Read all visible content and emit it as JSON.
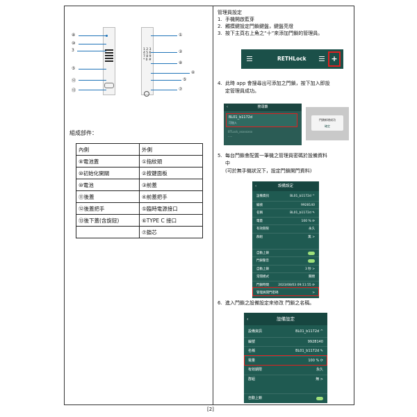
{
  "diagram": {
    "labels": [
      "⑧",
      "⑩",
      "3",
      "⑤",
      "⑫",
      "⑬",
      "①",
      "②",
      "⑧",
      "④",
      "⑤",
      "⑦"
    ],
    "keypad": [
      "1 2 3",
      "4 5 6",
      "7 8 9",
      "* 0 #"
    ]
  },
  "parts": {
    "title": "組成部件：",
    "header": [
      "內側",
      "外側"
    ],
    "rows": [
      [
        "⑧電池蓋",
        "①指紋頭"
      ],
      [
        "⑩初始化開關",
        "②按鍵面板"
      ],
      [
        "⑩電池",
        "③前蓋"
      ],
      [
        "⑪後蓋",
        "④前蓋把手"
      ],
      [
        "⑫後蓋把手",
        "⑤臨時電源接口"
      ],
      [
        "⑬後下蓋(含旋鈕)",
        "⑥TYPE C 接口"
      ],
      [
        "",
        "⑦鎖芯"
      ]
    ]
  },
  "steps": {
    "heading": "管理員設定",
    "s1": "手機開啟藍芽",
    "s2": "觸摸鍵設定門鎖鍵盤，鍵盤亮燈",
    "s3": "按下主頁右上角之“十”來添加門鎖的管理員。",
    "s4a": "此時 app 會搜尋出可添加之門鎖，按下加入即設",
    "s4b": "定管理員成功。",
    "s5a": "每台門鎖會配置一筆機之管理員密碼於設備資料",
    "s5b": "中",
    "s5c": "(可於無手機狀況下，設定門鎖開門資料)",
    "s6": "進入門鎖之設備設定來修改 門鎖之名稱。",
    "n1": "1.",
    "n2": "2.",
    "n3": "3.",
    "n4": "4.",
    "n5": "5.",
    "n6": "6."
  },
  "appbar": {
    "title": "RETHLock",
    "plus": "+"
  },
  "search": {
    "title": "搜尋鎖",
    "device": "BL01_b1172d",
    "device_sub": "可加入",
    "faded1": "BTLock_xxxxxxxx",
    "faded2": "·····"
  },
  "toast": {
    "text": "門鎖新增成功",
    "ok": "確定"
  },
  "settings1": {
    "title": "設備設定",
    "rows": [
      {
        "k": "設備資訊",
        "v": "BL01_b1172d ^"
      },
      {
        "k": "編號",
        "v": "9928140"
      },
      {
        "k": "名稱",
        "v": "BL01_b1172d ✎"
      },
      {
        "k": "電量",
        "v": "100 % ⟳"
      },
      {
        "k": "有效期限",
        "v": "永久"
      },
      {
        "k": "群組",
        "v": "無 >"
      },
      {
        "k": "",
        "v": ""
      },
      {
        "k": "自動上鎖",
        "v": ""
      },
      {
        "k": "門鎖警音",
        "v": ""
      },
      {
        "k": "自動上鎖",
        "v": "3 秒 >"
      },
      {
        "k": "常開模式",
        "v": "關閉"
      },
      {
        "k": "門鎖時間",
        "v": "2023/08/03 09:11:55 ⟳"
      },
      {
        "k": "管理員開門密碼",
        "v": ">"
      }
    ]
  },
  "settings2": {
    "title": "設備設定",
    "rows": [
      {
        "k": "設備資訊",
        "v": "BL01_b1172d ^"
      },
      {
        "k": "編號",
        "v": "9928140"
      },
      {
        "k": "名稱",
        "v": "BL01_b1172d ✎"
      },
      {
        "k": "電量",
        "v": "100 % ⟳"
      },
      {
        "k": "有效期限",
        "v": "永久"
      },
      {
        "k": "群組",
        "v": "無 >"
      },
      {
        "k": "",
        "v": ""
      },
      {
        "k": "自動上鎖",
        "v": ""
      }
    ]
  },
  "page_number": "[2]"
}
